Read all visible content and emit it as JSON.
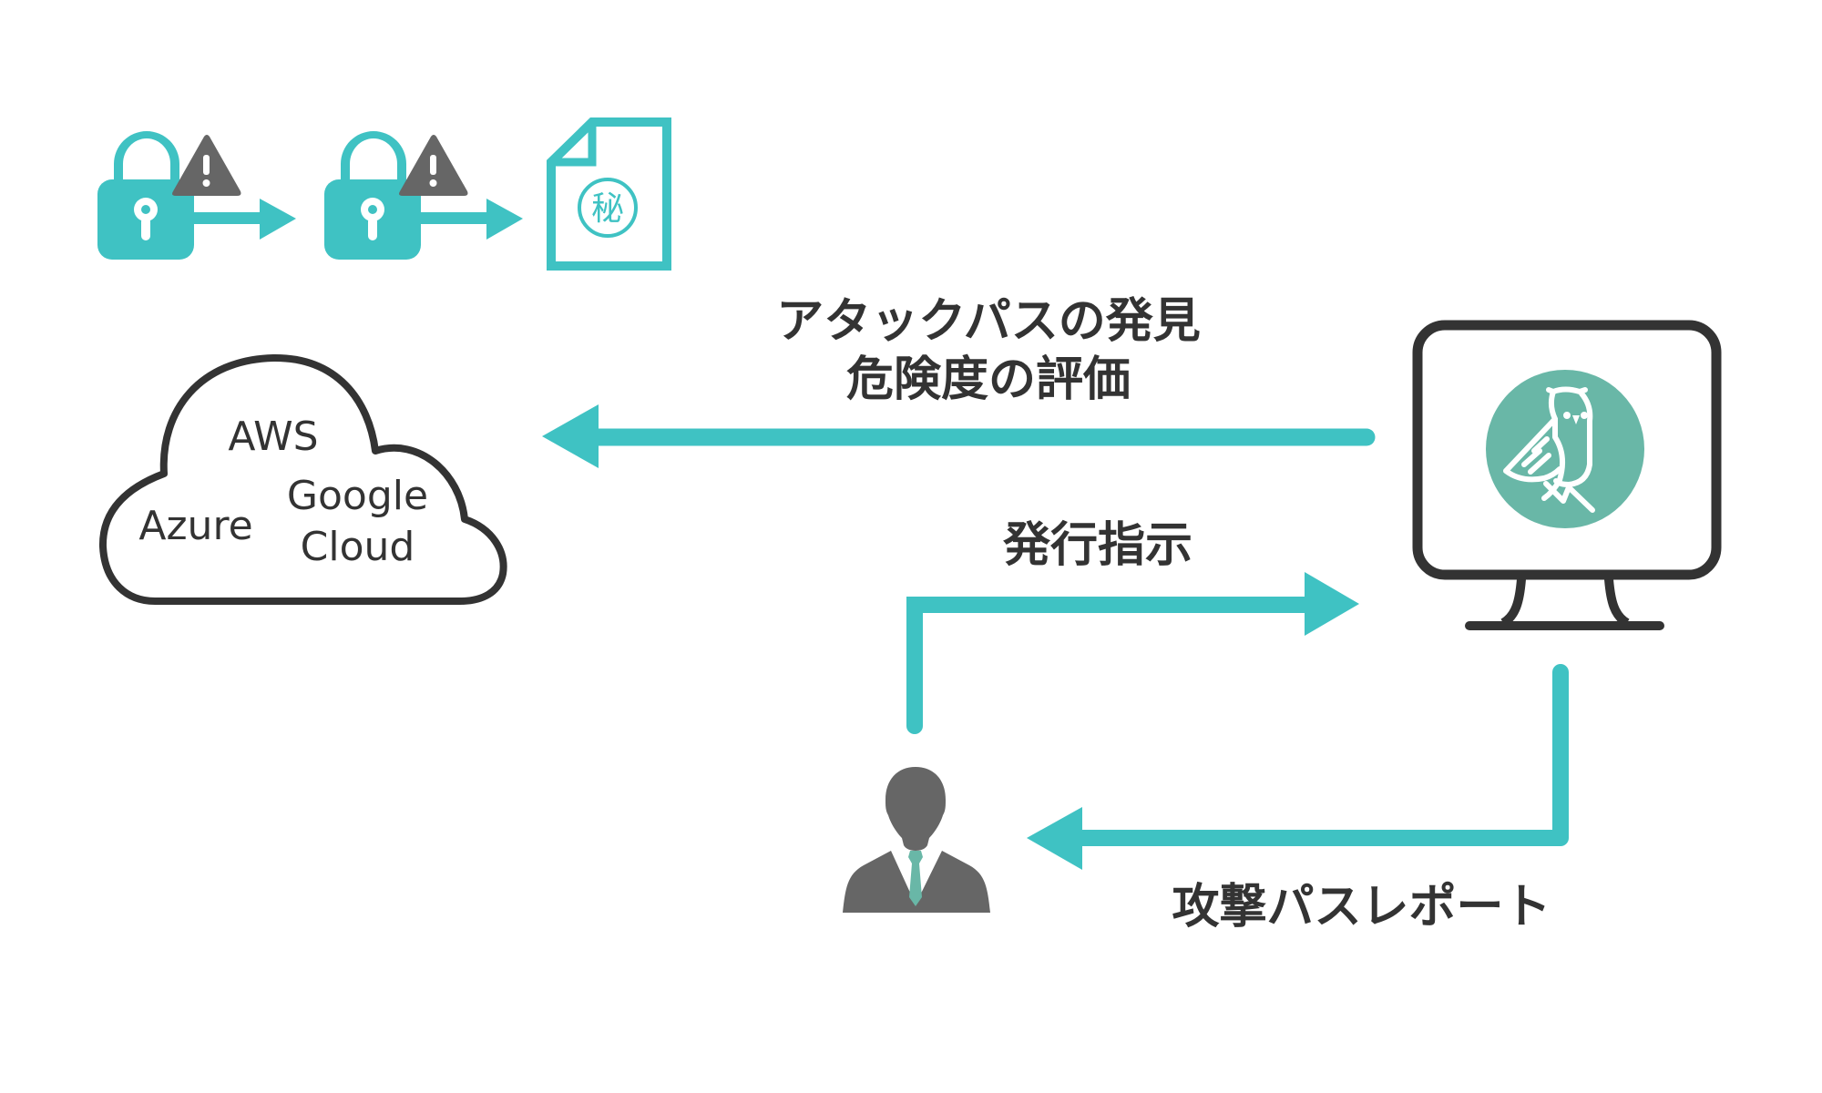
{
  "colors": {
    "teal": "#3FC2C3",
    "owl_teal": "#69B7A7",
    "dark": "#333333",
    "warning_gray": "#666666",
    "person_gray": "#666666",
    "tie": "#69B7A7"
  },
  "icons": {
    "lock1": "lock-icon",
    "warning1": "warning-icon",
    "lock2": "lock-icon",
    "warning2": "warning-icon",
    "document": "secret-document-icon",
    "cloud": "cloud-icon",
    "monitor": "monitor-icon",
    "owl": "owl-logo-icon",
    "person": "person-icon"
  },
  "document": {
    "seal_text": "秘"
  },
  "cloud": {
    "providers": [
      "AWS",
      "Azure",
      "Google",
      "Cloud"
    ]
  },
  "labels": {
    "discovery_line1": "アタックパスの発見",
    "discovery_line2": "危険度の評価",
    "instruction": "発行指示",
    "report": "攻撃パスレポート"
  }
}
